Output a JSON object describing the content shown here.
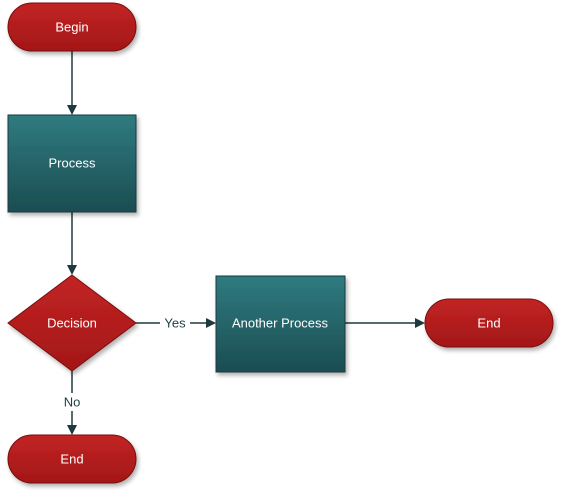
{
  "nodes": {
    "begin": {
      "label": "Begin"
    },
    "process": {
      "label": "Process"
    },
    "decision": {
      "label": "Decision"
    },
    "another_process": {
      "label": "Another Process"
    },
    "end_right": {
      "label": "End"
    },
    "end_bottom": {
      "label": "End"
    }
  },
  "edges": {
    "yes_label": "Yes",
    "no_label": "No"
  },
  "colors": {
    "terminator": "#b01c1c",
    "terminator_stroke": "#7a1010",
    "process_top": "#2f7b80",
    "process_bottom": "#1b4d52",
    "process_stroke": "#153b3f",
    "decision": "#b01c1c",
    "connector": "#1e3a3e"
  }
}
